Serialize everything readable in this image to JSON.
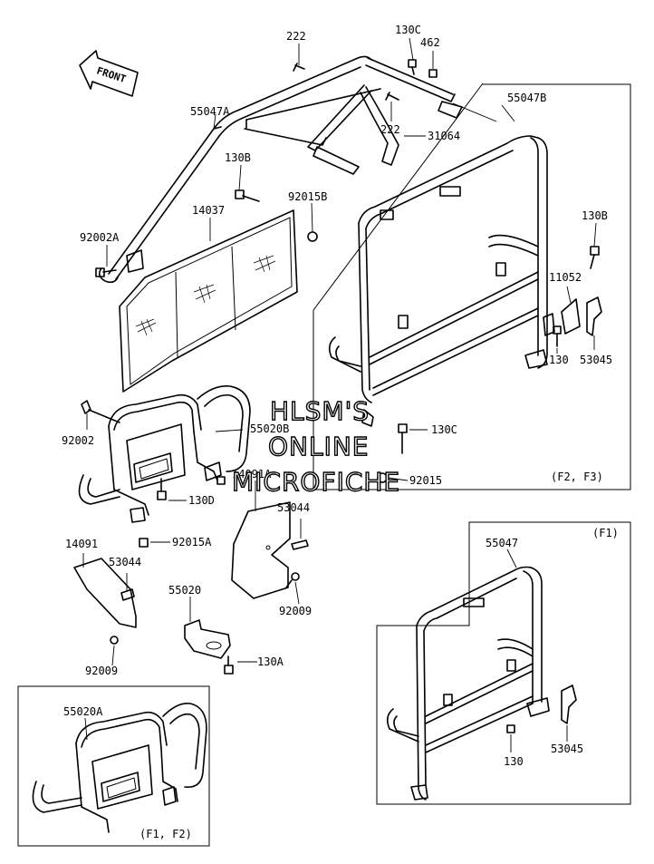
{
  "front_arrow": {
    "text": "FRONT"
  },
  "watermark": {
    "line1": "HLSM'S",
    "line2": "ONLINE",
    "line3": "MICROFICHE"
  },
  "variant_labels": {
    "main": "(F2, F3)",
    "right": "(F1)",
    "bottom_left": "(F1, F2)"
  },
  "callouts": [
    {
      "id": "c-222-top",
      "text": "222"
    },
    {
      "id": "c-130C-top",
      "text": "130C"
    },
    {
      "id": "c-462",
      "text": "462"
    },
    {
      "id": "c-55047A",
      "text": "55047A"
    },
    {
      "id": "c-55047B",
      "text": "55047B"
    },
    {
      "id": "c-222-mid",
      "text": "222"
    },
    {
      "id": "c-31064",
      "text": "31064"
    },
    {
      "id": "c-130B-left",
      "text": "130B"
    },
    {
      "id": "c-92015B",
      "text": "92015B"
    },
    {
      "id": "c-14037",
      "text": "14037"
    },
    {
      "id": "c-92002A",
      "text": "92002A"
    },
    {
      "id": "c-130B-right",
      "text": "130B"
    },
    {
      "id": "c-11052",
      "text": "11052"
    },
    {
      "id": "c-130-main",
      "text": "130"
    },
    {
      "id": "c-53045-main",
      "text": "53045"
    },
    {
      "id": "c-92002",
      "text": "92002"
    },
    {
      "id": "c-55020B",
      "text": "55020B"
    },
    {
      "id": "c-130C-mid",
      "text": "130C"
    },
    {
      "id": "c-14091A",
      "text": "14091A"
    },
    {
      "id": "c-92015",
      "text": "92015"
    },
    {
      "id": "c-130D",
      "text": "130D"
    },
    {
      "id": "c-53044-mid",
      "text": "53044"
    },
    {
      "id": "c-92015A",
      "text": "92015A"
    },
    {
      "id": "c-14091",
      "text": "14091"
    },
    {
      "id": "c-53044-left",
      "text": "53044"
    },
    {
      "id": "c-55020",
      "text": "55020"
    },
    {
      "id": "c-92009-mid",
      "text": "92009"
    },
    {
      "id": "c-92009-left",
      "text": "92009"
    },
    {
      "id": "c-130A",
      "text": "130A"
    },
    {
      "id": "c-55047",
      "text": "55047"
    },
    {
      "id": "c-130-f1",
      "text": "130"
    },
    {
      "id": "c-53045-f1",
      "text": "53045"
    },
    {
      "id": "c-55020A",
      "text": "55020A"
    }
  ]
}
